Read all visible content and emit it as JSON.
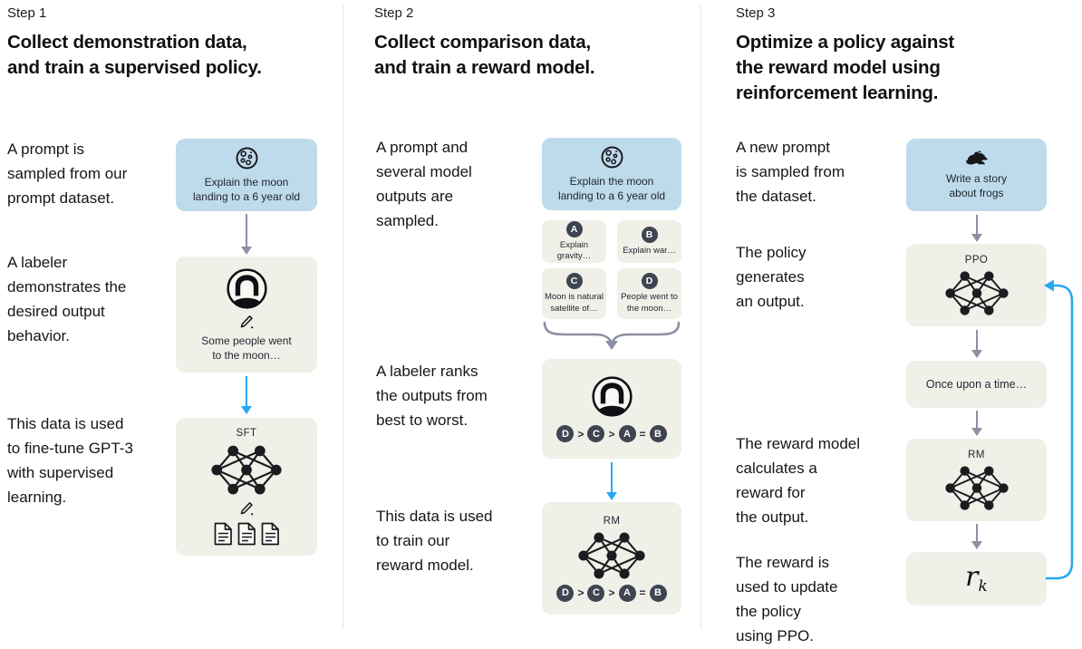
{
  "colors": {
    "prompt_box_bg": "#bedbeb",
    "model_box_bg": "#f0f0e9",
    "badge_bg": "#3e4450",
    "arrow_gray": "#8d8fa4",
    "arrow_blue": "#28a7f0",
    "text": "#161616"
  },
  "step1": {
    "label": "Step 1",
    "title": "Collect demonstration data,\nand train a supervised policy.",
    "caption_prompt": "A prompt is\nsampled from our\nprompt dataset.",
    "caption_labeler": "A labeler\ndemonstrates the\ndesired output\nbehavior.",
    "caption_finetune": "This data is used\nto fine-tune GPT-3\nwith supervised\nlearning.",
    "prompt_box_text": "Explain the moon\nlanding to a 6 year old",
    "labeler_box_text": "Some people went\nto the moon…",
    "sft_label": "SFT"
  },
  "step2": {
    "label": "Step 2",
    "title": "Collect comparison data,\nand train a reward model.",
    "caption_sampled": "A prompt and\nseveral model\noutputs are\nsampled.",
    "caption_ranks": "A labeler ranks\nthe outputs from\nbest to worst.",
    "caption_train": "This data is used\nto train our\nreward model.",
    "prompt_box_text": "Explain the moon\nlanding to a 6 year old",
    "outputs": [
      {
        "badge": "A",
        "text": "Explain gravity…"
      },
      {
        "badge": "B",
        "text": "Explain war…"
      },
      {
        "badge": "C",
        "text": "Moon is natural\nsatellite of…"
      },
      {
        "badge": "D",
        "text": "People went to\nthe moon…"
      }
    ],
    "ranking": {
      "items": [
        "D",
        "C",
        "A",
        "B"
      ],
      "seps": [
        ">",
        ">",
        "="
      ]
    },
    "rm_label": "RM"
  },
  "step3": {
    "label": "Step 3",
    "title": "Optimize a policy against\nthe reward model using\nreinforcement learning.",
    "caption_prompt": "A new prompt\nis sampled from\nthe dataset.",
    "caption_policy": "The policy\ngenerates\nan output.",
    "caption_reward": "The reward model\ncalculates a\nreward for\nthe output.",
    "caption_update": "The reward is\nused to update\nthe policy\nusing PPO.",
    "prompt_box_text": "Write a story\nabout frogs",
    "ppo_label": "PPO",
    "output_box_text": "Once upon a time…",
    "rm_label": "RM",
    "reward_symbol": "r",
    "reward_subscript": "k"
  }
}
